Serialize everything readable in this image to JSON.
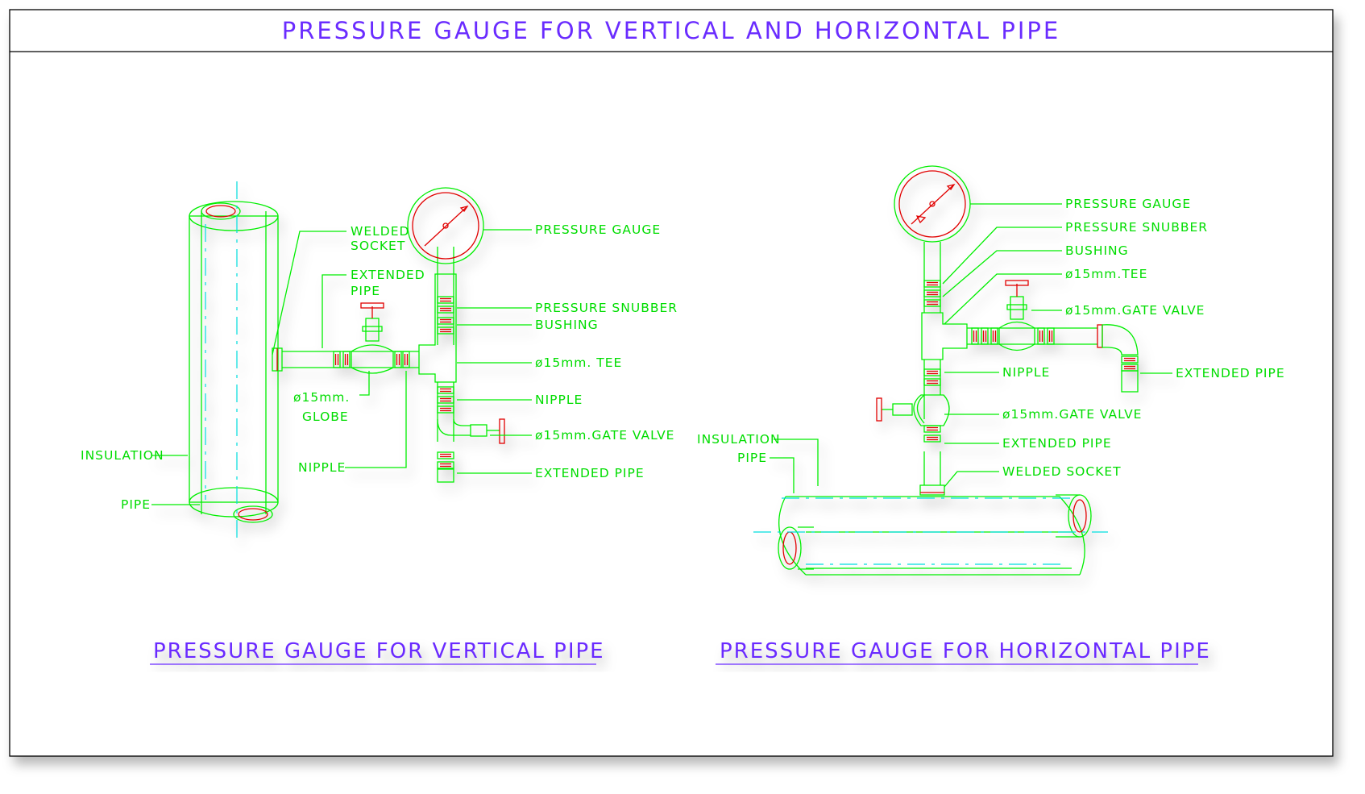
{
  "title": "PRESSURE GAUGE FOR VERTICAL AND HORIZONTAL PIPE",
  "vertical": {
    "caption": "PRESSURE GAUGE FOR VERTICAL PIPE",
    "labels": {
      "welded_socket_1": "WELDED",
      "welded_socket_2": "SOCKET",
      "extended_pipe_top_1": "EXTENDED",
      "extended_pipe_top_2": "PIPE",
      "pressure_gauge": "PRESSURE GAUGE",
      "pressure_snubber": "PRESSURE SNUBBER",
      "bushing": "BUSHING",
      "tee": "ø15mm. TEE",
      "globe_1": "ø15mm.",
      "globe_2": "GLOBE",
      "nipple_right": "NIPPLE",
      "gate_valve": "ø15mm.GATE VALVE",
      "insulation": "INSULATION",
      "nipple_left": "NIPPLE",
      "extended_pipe_bottom": "EXTENDED PIPE",
      "pipe": "PIPE"
    }
  },
  "horizontal": {
    "caption": "PRESSURE GAUGE FOR HORIZONTAL PIPE",
    "labels": {
      "pressure_gauge": "PRESSURE GAUGE",
      "pressure_snubber": "PRESSURE SNUBBER",
      "bushing": "BUSHING",
      "tee": "ø15mm.TEE",
      "gate_valve_top": "ø15mm.GATE VALVE",
      "extended_pipe_right": "EXTENDED PIPE",
      "nipple": "NIPPLE",
      "gate_valve_bottom": "ø15mm.GATE VALVE",
      "insulation": "INSULATION",
      "extended_pipe": "EXTENDED PIPE",
      "pipe": "PIPE",
      "welded_socket": "WELDED SOCKET"
    }
  },
  "colors": {
    "drawing_lines": "#00ee00",
    "accent_lines": "#e00000",
    "center_lines": "#00dddd",
    "title_text": "#6a2cff",
    "frame": "#000000"
  }
}
